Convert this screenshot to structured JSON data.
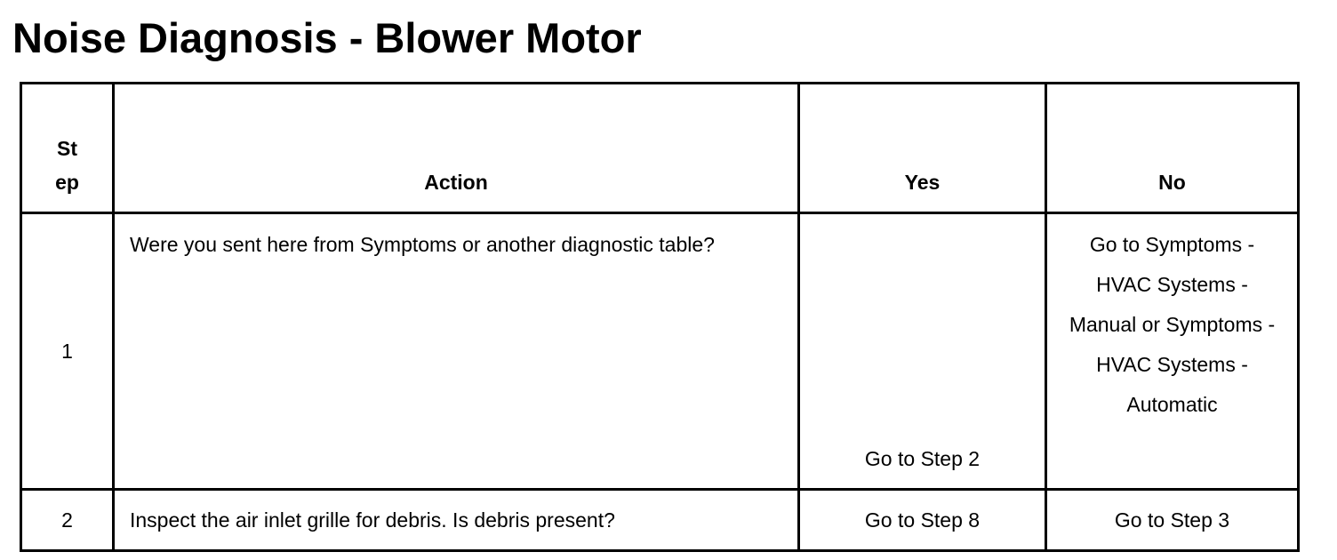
{
  "document": {
    "title": "Noise Diagnosis - Blower Motor"
  },
  "table": {
    "headers": {
      "step": "Step",
      "action": "Action",
      "yes": "Yes",
      "no": "No"
    },
    "rows": [
      {
        "step": "1",
        "action": "Were you sent here from Symptoms or another diagnostic table?",
        "yes": "Go to Step 2",
        "no": "Go to Symptoms - HVAC Systems - Manual or Symptoms - HVAC Systems - Automatic"
      },
      {
        "step": "2",
        "action": "Inspect the air inlet grille for debris. Is debris present?",
        "yes": "Go to Step 8",
        "no": "Go to Step 3"
      }
    ]
  }
}
